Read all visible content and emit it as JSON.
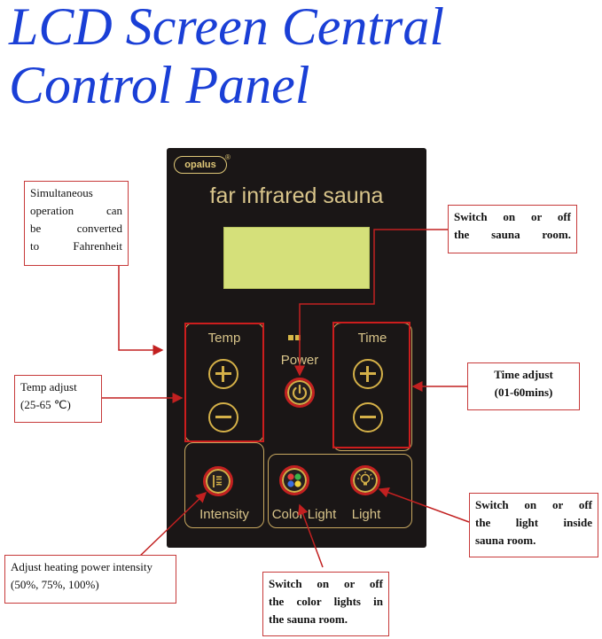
{
  "title": {
    "line1": "LCD Screen Central",
    "line2": "Control Panel"
  },
  "panel": {
    "logo": "opalus",
    "logo_mark": "®",
    "brand": "far infrared sauna",
    "temp_label": "Temp",
    "time_label": "Time",
    "power_label": "Power",
    "intensity_label": "Intensity",
    "color_light_label": "Color Light",
    "light_label": "Light"
  },
  "callouts": {
    "fahrenheit": [
      "Simultaneous",
      "operation can",
      "be converted",
      "to Fahrenheit"
    ],
    "temp_adjust": [
      "Temp adjust",
      "(25-65 ℃)"
    ],
    "power": [
      "Switch on or off",
      "the sauna room."
    ],
    "time_adjust": [
      "Time adjust",
      "(01-60mins)"
    ],
    "light": [
      "Switch on or off",
      "the light inside",
      "sauna room."
    ],
    "intensity": [
      "Adjust heating power intensity",
      "(50%, 75%, 100%)"
    ],
    "color_light": [
      "Switch on or off",
      "the color lights in",
      "the sauna room."
    ]
  },
  "colors": {
    "title": "#1a3fd6",
    "panel": "#1a1616",
    "gold": "#d4b048",
    "lcd": "#d5e07a",
    "red": "#cc1d1d"
  }
}
